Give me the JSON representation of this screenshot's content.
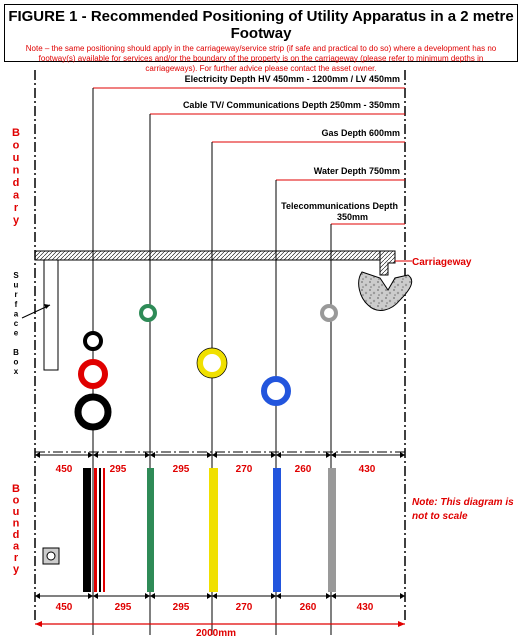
{
  "header": {
    "title": "FIGURE 1 - Recommended Positioning of Utility Apparatus in a 2 metre Footway",
    "note": "Note – the same positioning should apply in the carriageway/service strip (if safe and practical to do so) where a development has no footway(s) available for services and/or the boundary of the property is on the carriageway (please refer to minimum depths in carriageways). For further advice please contact the asset owner."
  },
  "labels": {
    "boundary_letters": [
      "B",
      "o",
      "u",
      "n",
      "d",
      "a",
      "r",
      "y"
    ],
    "surface_box_letters": [
      "S",
      "u",
      "r",
      "f",
      "a",
      "c",
      "e",
      "",
      "B",
      "o",
      "x"
    ],
    "carriageway": "Carriageway",
    "scale_note_1": "Note: This diagram is",
    "scale_note_2": "not to scale",
    "total_width": "2000mm"
  },
  "utilities": [
    {
      "key": "electricity",
      "label": "Electricity Depth  HV 450mm - 1200mm / LV 450mm"
    },
    {
      "key": "cable",
      "label": "Cable TV/ Communications Depth 250mm - 350mm"
    },
    {
      "key": "gas",
      "label": "Gas Depth 600mm"
    },
    {
      "key": "water",
      "label": "Water Depth 750mm"
    },
    {
      "key": "telecom",
      "label_1": "Telecommunications Depth",
      "label_2": "350mm"
    }
  ],
  "spacings": [
    "450",
    "295",
    "295",
    "270",
    "260",
    "430"
  ],
  "colors": {
    "boundary": "#e00000",
    "electric": "#000000",
    "electric_red": "#e00000",
    "cable": "#2e8b57",
    "gas": "#f0e000",
    "water": "#2255dd",
    "telecom": "#999999"
  }
}
